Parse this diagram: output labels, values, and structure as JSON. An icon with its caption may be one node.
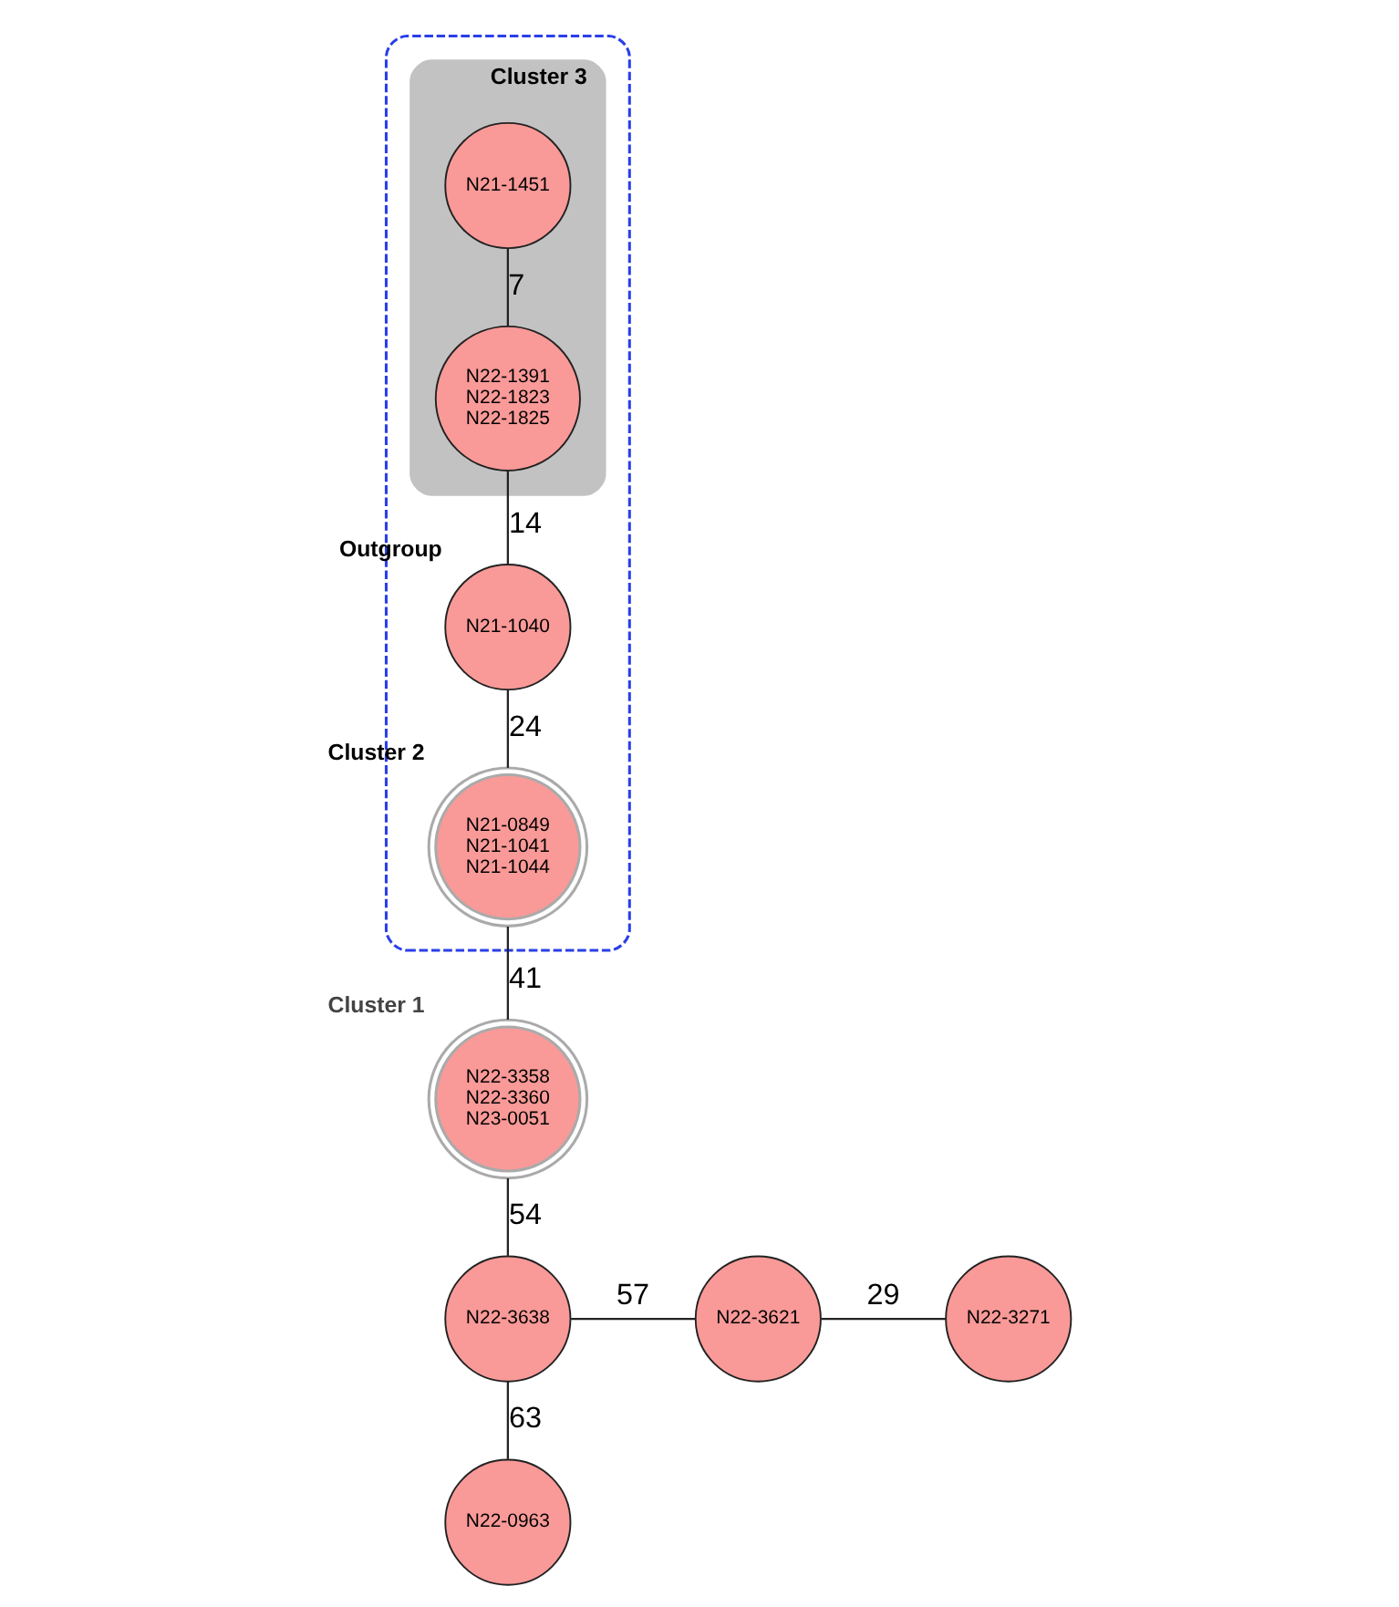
{
  "diagram": {
    "nodes": [
      {
        "text": [],
        "shape": "ellipse"
      },
      {
        "text": [
          "Cluster 3"
        ],
        "in": 0
      },
      {
        "text": [
          "N21-1451"
        ],
        "in": 1
      },
      {
        "text": [
          "N22-1391",
          "N22-1823",
          "N22-1825"
        ],
        "in": 1
      },
      {
        "text": [
          "N21-1040"
        ],
        "beside": [
          "Outgroup"
        ],
        "in": 0
      },
      {
        "text": [
          "N21-0849",
          "N21-1041",
          "N21-1044"
        ],
        "beside": [
          "Cluster 2"
        ],
        "in": 0
      },
      {
        "text": [
          "N22-3358",
          "N22-3360",
          "N23-0051"
        ],
        "beside": [
          "Cluster 1"
        ]
      },
      {
        "text": [
          "N22-3638"
        ]
      },
      {
        "text": [
          "N22-3621"
        ]
      },
      {
        "text": [
          "N22-3271"
        ]
      },
      {
        "text": [
          "N22-0963"
        ]
      }
    ],
    "edges": [
      {
        "from": 2,
        "to": 3,
        "arrow": "none",
        "label": "7"
      },
      {
        "from": 3,
        "to": 4,
        "arrow": "none",
        "label": "14"
      },
      {
        "from": 4,
        "to": 5,
        "arrow": "none",
        "label": "24"
      },
      {
        "from": 5,
        "to": 6,
        "arrow": "none",
        "label": "41"
      },
      {
        "from": 6,
        "to": 7,
        "arrow": "none",
        "label": "54"
      },
      {
        "from": 7,
        "to": 8,
        "arrow": "none",
        "label": "57"
      },
      {
        "from": 8,
        "to": 9,
        "arrow": "none",
        "label": "29"
      },
      {
        "from": 7,
        "to": 10,
        "arrow": "none",
        "label": "63"
      }
    ]
  }
}
